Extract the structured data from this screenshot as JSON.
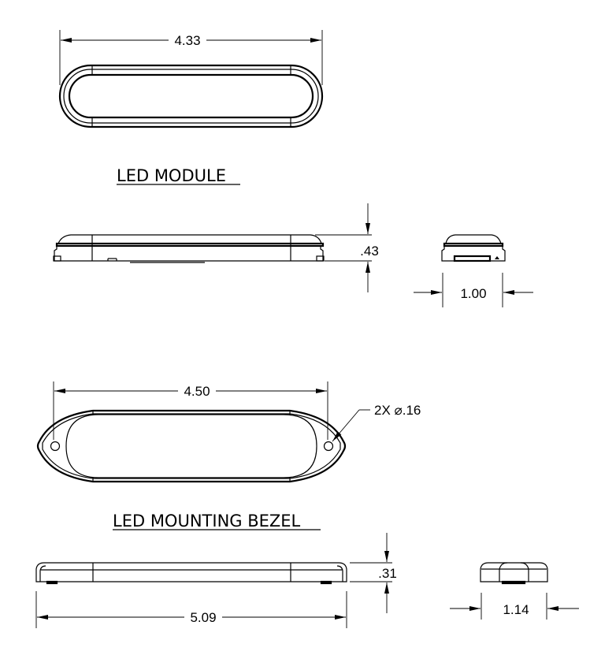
{
  "labels": {
    "module": "LED MODULE",
    "bezel": "LED MOUNTING BEZEL"
  },
  "dimensions": {
    "module_length": "4.33",
    "module_height": ".43",
    "module_width": "1.00",
    "bezel_hole_spacing": "4.50",
    "bezel_holes": "2X ⌀.16",
    "bezel_height": ".31",
    "bezel_length": "5.09",
    "bezel_width": "1.14"
  }
}
